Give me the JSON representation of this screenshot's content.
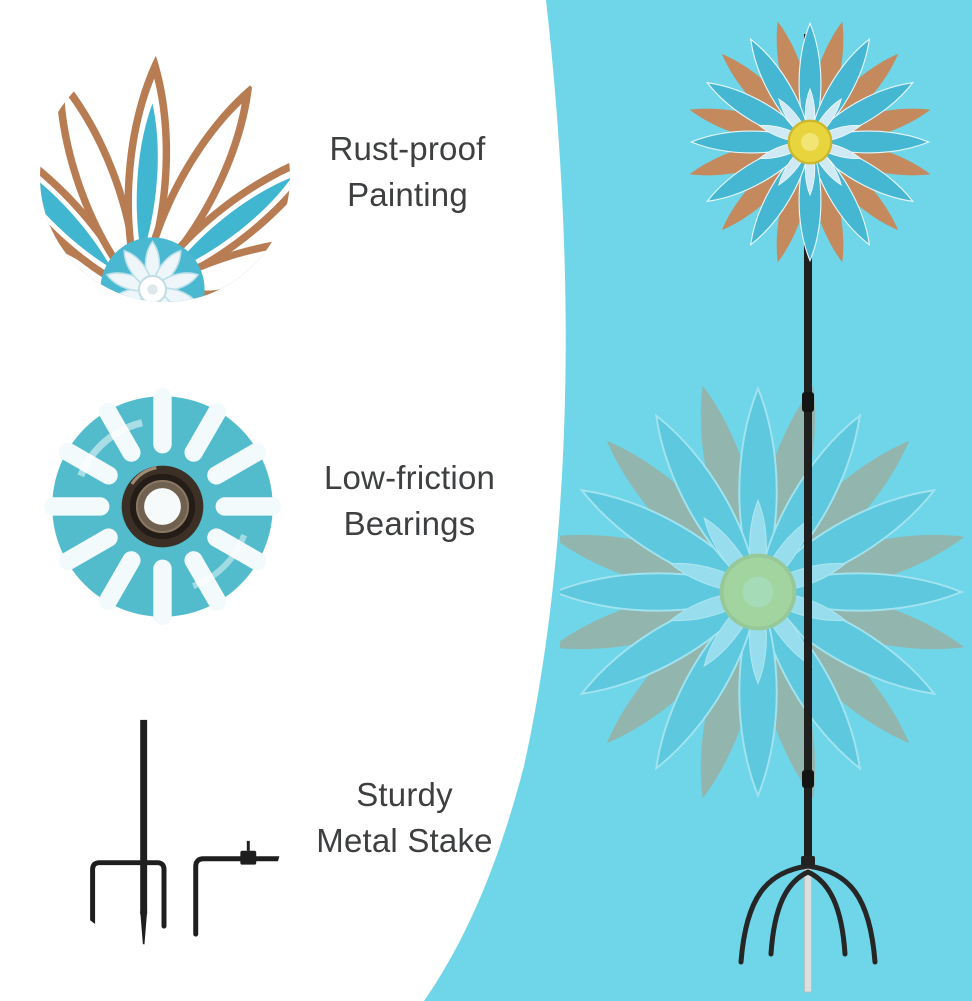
{
  "features": [
    {
      "id": "rust-proof-painting",
      "label_line1": "Rust-proof",
      "label_line2": "Painting",
      "image": "spinner-petals-closeup"
    },
    {
      "id": "low-friction-bearings",
      "label_line1": "Low-friction",
      "label_line2": "Bearings",
      "image": "bearing-hub-closeup"
    },
    {
      "id": "sturdy-metal-stake",
      "label_line1": "Sturdy",
      "label_line2": "Metal Stake",
      "image": "metal-stake-closeup"
    }
  ],
  "product_image": "wind-spinner-on-metal-stake",
  "colors": {
    "background_cyan": "#6fd5e8",
    "panel_white": "#ffffff",
    "label_text": "#3d3f40",
    "petal_teal": "#45b7d2",
    "petal_copper": "#c08a60",
    "flower_center_yellow": "#e8d43c",
    "pole_black": "#1f1f1f",
    "stake_silver": "#dcdfe0",
    "bearing_dark_brown": "#3c2f26"
  }
}
